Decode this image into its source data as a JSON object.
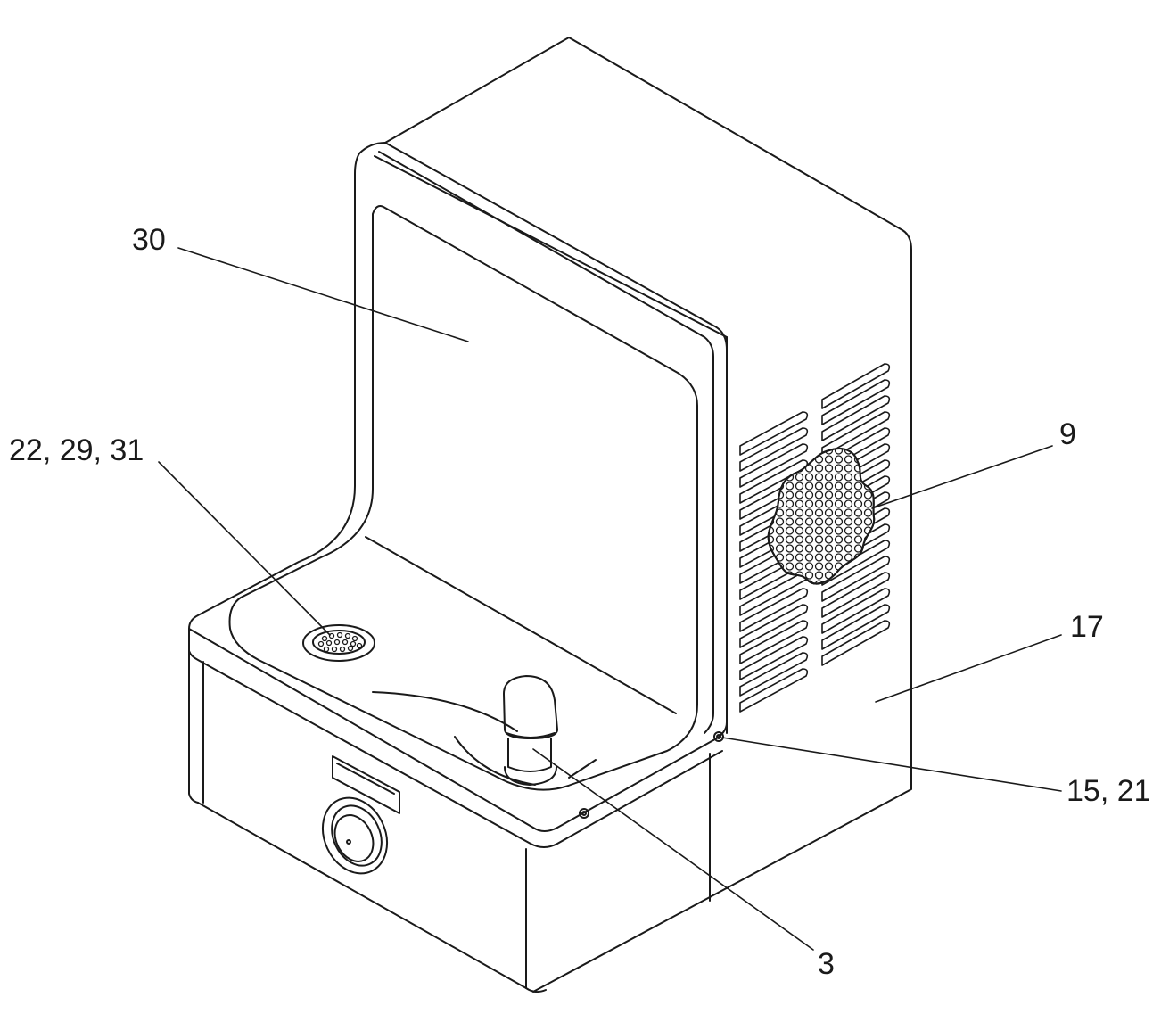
{
  "reference_labels": {
    "upper_panel": "30",
    "drain": "22, 29, 31",
    "mesh": "9",
    "side_panel": "17",
    "fastener": "15, 21",
    "bubbler": "3"
  },
  "colors": {
    "line": "#1a1a1a",
    "background": "#ffffff",
    "mesh_fill": "#e6e6e6"
  }
}
